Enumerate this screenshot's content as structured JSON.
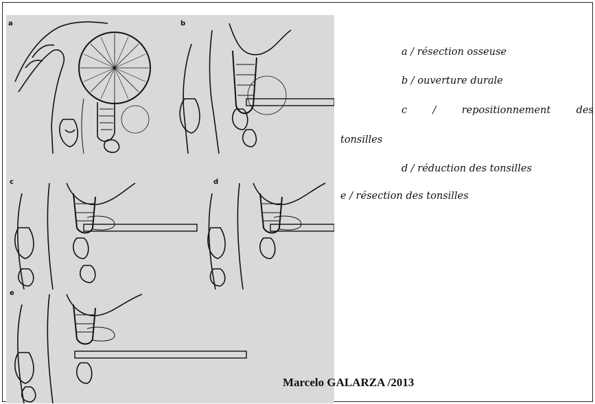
{
  "figure": {
    "panels": [
      {
        "label": "a"
      },
      {
        "label": "b"
      },
      {
        "label": "c"
      },
      {
        "label": "d"
      },
      {
        "label": "e"
      }
    ]
  },
  "legend": {
    "line_a": "a / résection osseuse",
    "line_b": "b / ouverture durale",
    "line_c": [
      "c",
      "/",
      "repositionnement",
      "des"
    ],
    "line_c_cont": "tonsilles",
    "line_d": "d / réduction des tonsilles",
    "line_e": "e / résection des tonsilles"
  },
  "credit": "Marcelo GALARZA /2013"
}
